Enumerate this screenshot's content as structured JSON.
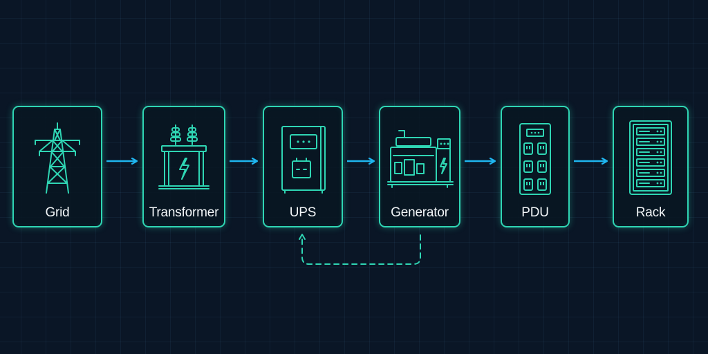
{
  "diagram": {
    "nodes": [
      {
        "id": "grid",
        "label": "Grid",
        "icon": "transmission-tower-icon"
      },
      {
        "id": "transformer",
        "label": "Transformer",
        "icon": "transformer-icon"
      },
      {
        "id": "ups",
        "label": "UPS",
        "icon": "ups-battery-cabinet-icon"
      },
      {
        "id": "generator",
        "label": "Generator",
        "icon": "generator-icon"
      },
      {
        "id": "pdu",
        "label": "PDU",
        "icon": "power-outlet-strip-icon"
      },
      {
        "id": "rack",
        "label": "Rack",
        "icon": "server-rack-icon"
      }
    ],
    "edges": [
      {
        "from": "grid",
        "to": "transformer",
        "style": "solid"
      },
      {
        "from": "transformer",
        "to": "ups",
        "style": "solid"
      },
      {
        "from": "ups",
        "to": "generator",
        "style": "solid"
      },
      {
        "from": "generator",
        "to": "pdu",
        "style": "solid"
      },
      {
        "from": "pdu",
        "to": "rack",
        "style": "solid"
      },
      {
        "from": "generator",
        "to": "ups",
        "style": "dashed"
      }
    ],
    "colors": {
      "background": "#0a1626",
      "node_border": "#2fd6b4",
      "arrow": "#1fb6f0",
      "feedback_arrow": "#2fd6b4",
      "label": "#f2f6f8"
    }
  }
}
